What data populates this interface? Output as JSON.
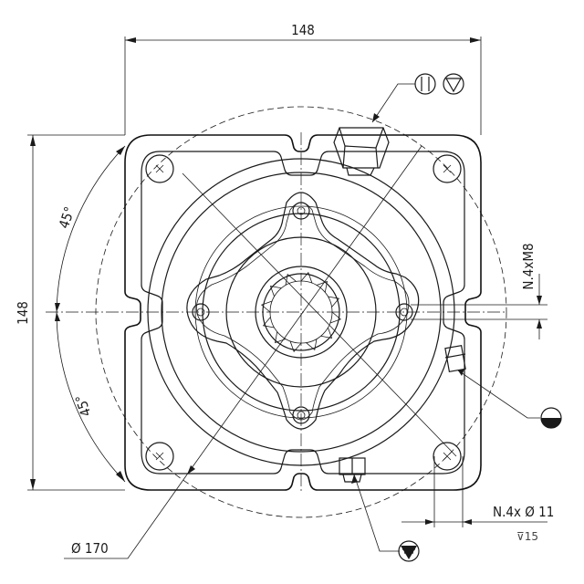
{
  "dimensions": {
    "width_top": "148",
    "height_left": "148",
    "angle_top": "45°",
    "angle_bottom": "45°",
    "bolt_circle_dia": "Ø 170",
    "threaded_holes": "N.4xM8",
    "through_holes": "N.4x Ø 11",
    "depth": "⊽15"
  },
  "symbols": [
    "filler-breather-symbol",
    "level-indicator-symbol",
    "drain-plug-symbol"
  ]
}
